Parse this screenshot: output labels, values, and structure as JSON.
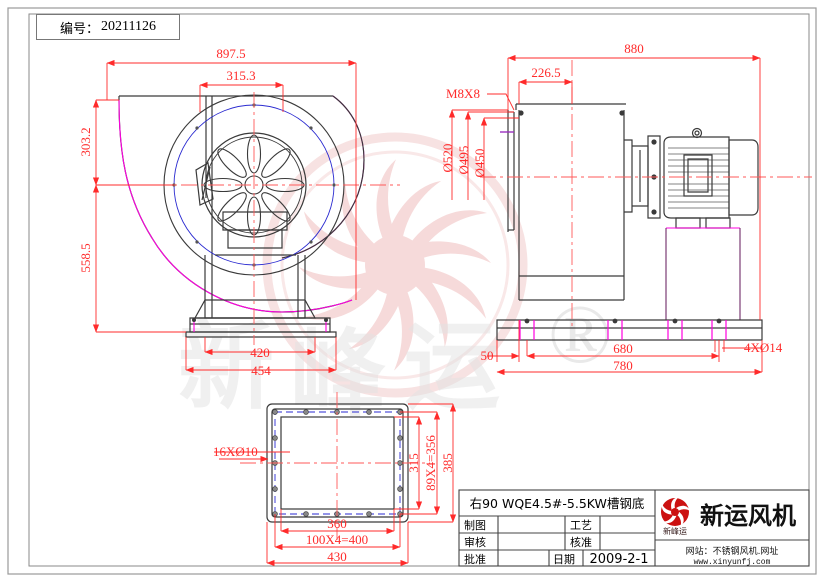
{
  "sheet": {
    "code_label": "编号：",
    "code_value": "20211126"
  },
  "watermark": {
    "text": "新峰运",
    "registered_mark": "®",
    "color": "#f6dede"
  },
  "dimensions": {
    "left_view": {
      "overall_width": "897.5",
      "inlet_offset": "315.3",
      "upper_height": "303.2",
      "lower_height": "558.5",
      "base_inner": "420",
      "base_outer": "454"
    },
    "right_view": {
      "overall_length": "880",
      "housing_width": "226.5",
      "thread": "M8X8",
      "dia_outer": "Ø520",
      "dia_mid": "Ø495",
      "dia_inner": "Ø450",
      "edge_offset": "50",
      "bolt_span": "680",
      "base_length": "780",
      "hole_note": "4XØ14"
    },
    "bottom_view": {
      "hole_note": "16XØ10",
      "inner_height": "315",
      "pitch_v": "89X4=356",
      "outer_height": "385",
      "inner_width": "360",
      "pitch_h": "100X4=400",
      "outer_width": "430"
    }
  },
  "title_block": {
    "part_title": "右90 WQE4.5#-5.5KW槽钢底",
    "rows": [
      {
        "left_label": "制图",
        "left_value": "",
        "right_label": "工艺",
        "right_value": ""
      },
      {
        "left_label": "审核",
        "left_value": "",
        "right_label": "核准",
        "right_value": ""
      }
    ],
    "approve_label": "批准",
    "approve_value": "",
    "date_label": "日期",
    "date_value": "2009-2-1"
  },
  "branding": {
    "logo_name": "fan-logo-icon",
    "logo_caption": "新峰运",
    "company": "新运风机",
    "website_label": "网站：不锈钢风机.网址",
    "website_url": "www.xinyunfj.com",
    "logo_color": "#cc1111"
  },
  "colors": {
    "dim_red": "#ff2b2b",
    "outline_black": "#3a3a3a",
    "scroll_magenta": "#ff00e0",
    "bolt_blue": "#2a2ad0",
    "center_red": "#ff5a5a"
  }
}
